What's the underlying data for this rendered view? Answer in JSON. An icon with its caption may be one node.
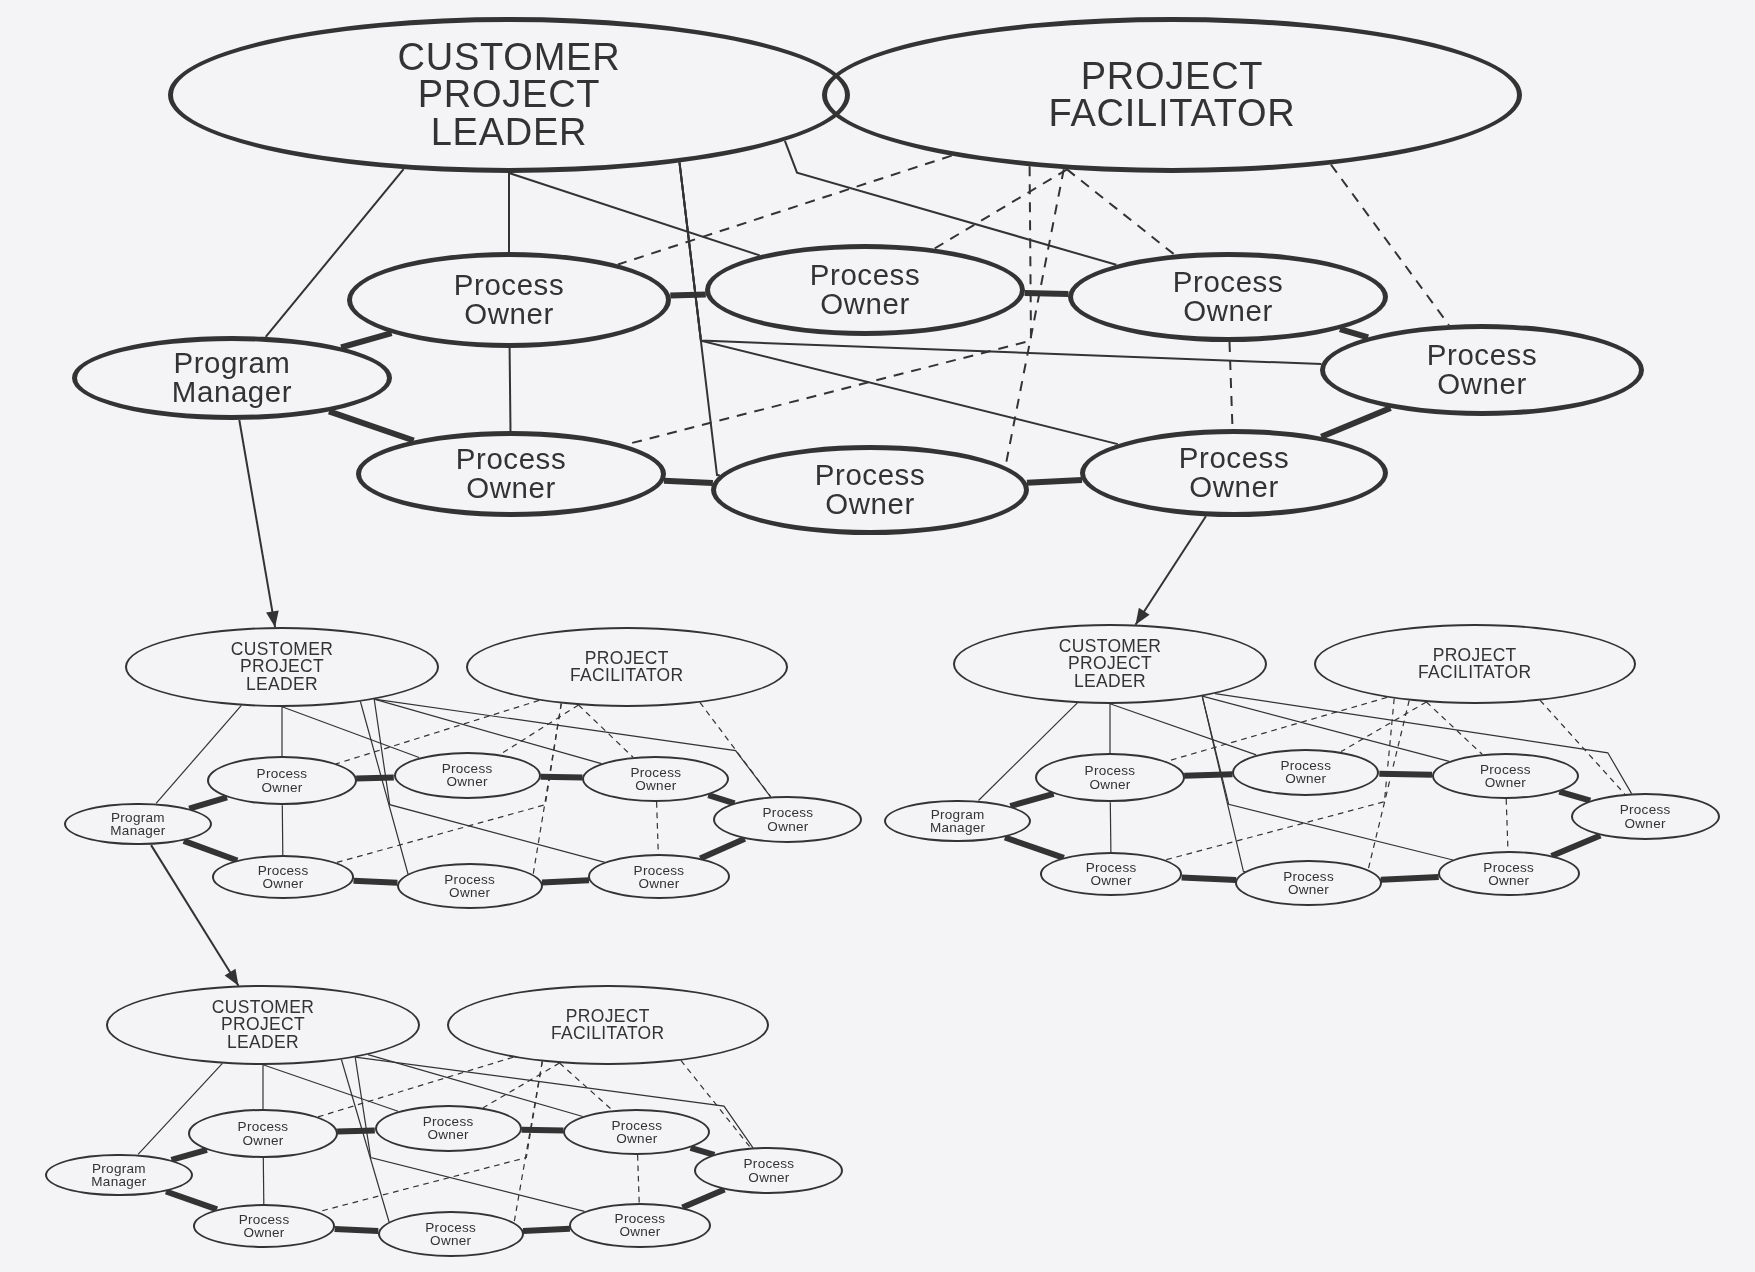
{
  "diagram": {
    "nodes": [
      {
        "text": [
          "CUSTOMER PROJECT LEADER"
        ]
      },
      {
        "text": [
          "PROJECT FACILITATOR"
        ]
      },
      {
        "text": [
          "Process Owner"
        ]
      },
      {
        "text": [
          "Process Owner"
        ]
      },
      {
        "text": [
          "Process Owner"
        ]
      },
      {
        "text": [
          "Process Owner"
        ]
      },
      {
        "text": [
          "Program Manager"
        ]
      },
      {
        "text": [
          "Process Owner"
        ]
      },
      {
        "text": [
          "Process Owner"
        ]
      },
      {
        "text": [
          "Process Owner"
        ]
      },
      {
        "text": [
          "CUSTOMER PROJECT LEADER"
        ]
      },
      {
        "text": [
          "PROJECT FACILITATOR"
        ]
      },
      {
        "text": [
          "Process Owner"
        ]
      },
      {
        "text": [
          "Process Owner"
        ]
      },
      {
        "text": [
          "Process Owner"
        ]
      },
      {
        "text": [
          "Process Owner"
        ]
      },
      {
        "text": [
          "Program Manager"
        ]
      },
      {
        "text": [
          "Process Owner"
        ]
      },
      {
        "text": [
          "Process Owner"
        ]
      },
      {
        "text": [
          "Process Owner"
        ]
      },
      {
        "text": [
          "CUSTOMER PROJECT LEADER"
        ]
      },
      {
        "text": [
          "PROJECT FACILITATOR"
        ]
      },
      {
        "text": [
          "Process Owner"
        ]
      },
      {
        "text": [
          "Process Owner"
        ]
      },
      {
        "text": [
          "Process Owner"
        ]
      },
      {
        "text": [
          "Process Owner"
        ]
      },
      {
        "text": [
          "Program Manager"
        ]
      },
      {
        "text": [
          "Process Owner"
        ]
      },
      {
        "text": [
          "Process Owner"
        ]
      },
      {
        "text": [
          "Process Owner"
        ]
      },
      {
        "text": [
          "CUSTOMER PROJECT LEADER"
        ]
      },
      {
        "text": [
          "PROJECT FACILITATOR"
        ]
      },
      {
        "text": [
          "Process Owner"
        ]
      },
      {
        "text": [
          "Process Owner"
        ]
      },
      {
        "text": [
          "Process Owner"
        ]
      },
      {
        "text": [
          "Process Owner"
        ]
      },
      {
        "text": [
          "Program Manager"
        ]
      },
      {
        "text": [
          "Process Owner"
        ]
      },
      {
        "text": [
          "Process Owner"
        ]
      },
      {
        "text": [
          "Process Owner"
        ]
      }
    ],
    "edges": [
      {
        "from": 0,
        "to": 6,
        "arrow": "none"
      },
      {
        "from": 0,
        "to": 2,
        "arrow": "none"
      },
      {
        "from": 0,
        "to": 3,
        "arrow": "none"
      },
      {
        "from": 0,
        "to": 4,
        "arrow": "none"
      },
      {
        "from": 0,
        "to": 5,
        "arrow": "none"
      },
      {
        "from": 0,
        "to": 8,
        "arrow": "none"
      },
      {
        "from": 0,
        "to": 9,
        "arrow": "none"
      },
      {
        "from": 1,
        "to": 2,
        "arrow": "none",
        "style": "dashed"
      },
      {
        "from": 1,
        "to": 3,
        "arrow": "none",
        "style": "dashed"
      },
      {
        "from": 1,
        "to": 4,
        "arrow": "none",
        "style": "dashed"
      },
      {
        "from": 1,
        "to": 5,
        "arrow": "none",
        "style": "dashed"
      },
      {
        "from": 1,
        "to": 7,
        "arrow": "none",
        "style": "dashed"
      },
      {
        "from": 1,
        "to": 8,
        "arrow": "none",
        "style": "dashed"
      },
      {
        "from": 4,
        "to": 9,
        "arrow": "none",
        "style": "dashed"
      },
      {
        "from": 6,
        "to": 2,
        "arrow": "none",
        "style": "thick"
      },
      {
        "from": 2,
        "to": 3,
        "arrow": "none",
        "style": "thick"
      },
      {
        "from": 3,
        "to": 4,
        "arrow": "none",
        "style": "thick"
      },
      {
        "from": 4,
        "to": 5,
        "arrow": "none",
        "style": "thick"
      },
      {
        "from": 5,
        "to": 9,
        "arrow": "none",
        "style": "thick"
      },
      {
        "from": 9,
        "to": 8,
        "arrow": "none",
        "style": "thick"
      },
      {
        "from": 8,
        "to": 7,
        "arrow": "none",
        "style": "thick"
      },
      {
        "from": 7,
        "to": 6,
        "arrow": "none",
        "style": "thick"
      },
      {
        "from": 2,
        "to": 7,
        "arrow": "none"
      },
      {
        "from": 10,
        "to": 16,
        "arrow": "none"
      },
      {
        "from": 10,
        "to": 12,
        "arrow": "none"
      },
      {
        "from": 10,
        "to": 13,
        "arrow": "none"
      },
      {
        "from": 10,
        "to": 14,
        "arrow": "none"
      },
      {
        "from": 10,
        "to": 15,
        "arrow": "none"
      },
      {
        "from": 10,
        "to": 18,
        "arrow": "none"
      },
      {
        "from": 10,
        "to": 19,
        "arrow": "none"
      },
      {
        "from": 11,
        "to": 12,
        "arrow": "none",
        "style": "dashed"
      },
      {
        "from": 11,
        "to": 13,
        "arrow": "none",
        "style": "dashed"
      },
      {
        "from": 11,
        "to": 14,
        "arrow": "none",
        "style": "dashed"
      },
      {
        "from": 11,
        "to": 15,
        "arrow": "none",
        "style": "dashed"
      },
      {
        "from": 11,
        "to": 17,
        "arrow": "none",
        "style": "dashed"
      },
      {
        "from": 11,
        "to": 18,
        "arrow": "none",
        "style": "dashed"
      },
      {
        "from": 14,
        "to": 19,
        "arrow": "none",
        "style": "dashed"
      },
      {
        "from": 16,
        "to": 12,
        "arrow": "none",
        "style": "thick"
      },
      {
        "from": 12,
        "to": 13,
        "arrow": "none",
        "style": "thick"
      },
      {
        "from": 13,
        "to": 14,
        "arrow": "none",
        "style": "thick"
      },
      {
        "from": 14,
        "to": 15,
        "arrow": "none",
        "style": "thick"
      },
      {
        "from": 15,
        "to": 19,
        "arrow": "none",
        "style": "thick"
      },
      {
        "from": 19,
        "to": 18,
        "arrow": "none",
        "style": "thick"
      },
      {
        "from": 18,
        "to": 17,
        "arrow": "none",
        "style": "thick"
      },
      {
        "from": 17,
        "to": 16,
        "arrow": "none",
        "style": "thick"
      },
      {
        "from": 12,
        "to": 17,
        "arrow": "none"
      },
      {
        "from": 20,
        "to": 26,
        "arrow": "none"
      },
      {
        "from": 20,
        "to": 22,
        "arrow": "none"
      },
      {
        "from": 20,
        "to": 23,
        "arrow": "none"
      },
      {
        "from": 20,
        "to": 24,
        "arrow": "none"
      },
      {
        "from": 20,
        "to": 25,
        "arrow": "none"
      },
      {
        "from": 20,
        "to": 28,
        "arrow": "none"
      },
      {
        "from": 20,
        "to": 29,
        "arrow": "none"
      },
      {
        "from": 21,
        "to": 22,
        "arrow": "none",
        "style": "dashed"
      },
      {
        "from": 21,
        "to": 23,
        "arrow": "none",
        "style": "dashed"
      },
      {
        "from": 21,
        "to": 24,
        "arrow": "none",
        "style": "dashed"
      },
      {
        "from": 21,
        "to": 25,
        "arrow": "none",
        "style": "dashed"
      },
      {
        "from": 21,
        "to": 27,
        "arrow": "none",
        "style": "dashed"
      },
      {
        "from": 21,
        "to": 28,
        "arrow": "none",
        "style": "dashed"
      },
      {
        "from": 24,
        "to": 29,
        "arrow": "none",
        "style": "dashed"
      },
      {
        "from": 26,
        "to": 22,
        "arrow": "none",
        "style": "thick"
      },
      {
        "from": 22,
        "to": 23,
        "arrow": "none",
        "style": "thick"
      },
      {
        "from": 23,
        "to": 24,
        "arrow": "none",
        "style": "thick"
      },
      {
        "from": 24,
        "to": 25,
        "arrow": "none",
        "style": "thick"
      },
      {
        "from": 25,
        "to": 29,
        "arrow": "none",
        "style": "thick"
      },
      {
        "from": 29,
        "to": 28,
        "arrow": "none",
        "style": "thick"
      },
      {
        "from": 28,
        "to": 27,
        "arrow": "none",
        "style": "thick"
      },
      {
        "from": 27,
        "to": 26,
        "arrow": "none",
        "style": "thick"
      },
      {
        "from": 22,
        "to": 27,
        "arrow": "none"
      },
      {
        "from": 30,
        "to": 36,
        "arrow": "none"
      },
      {
        "from": 30,
        "to": 32,
        "arrow": "none"
      },
      {
        "from": 30,
        "to": 33,
        "arrow": "none"
      },
      {
        "from": 30,
        "to": 34,
        "arrow": "none"
      },
      {
        "from": 30,
        "to": 35,
        "arrow": "none"
      },
      {
        "from": 30,
        "to": 38,
        "arrow": "none"
      },
      {
        "from": 30,
        "to": 39,
        "arrow": "none"
      },
      {
        "from": 31,
        "to": 32,
        "arrow": "none",
        "style": "dashed"
      },
      {
        "from": 31,
        "to": 33,
        "arrow": "none",
        "style": "dashed"
      },
      {
        "from": 31,
        "to": 34,
        "arrow": "none",
        "style": "dashed"
      },
      {
        "from": 31,
        "to": 35,
        "arrow": "none",
        "style": "dashed"
      },
      {
        "from": 31,
        "to": 37,
        "arrow": "none",
        "style": "dashed"
      },
      {
        "from": 31,
        "to": 38,
        "arrow": "none",
        "style": "dashed"
      },
      {
        "from": 34,
        "to": 39,
        "arrow": "none",
        "style": "dashed"
      },
      {
        "from": 36,
        "to": 32,
        "arrow": "none",
        "style": "thick"
      },
      {
        "from": 32,
        "to": 33,
        "arrow": "none",
        "style": "thick"
      },
      {
        "from": 33,
        "to": 34,
        "arrow": "none",
        "style": "thick"
      },
      {
        "from": 34,
        "to": 35,
        "arrow": "none",
        "style": "thick"
      },
      {
        "from": 35,
        "to": 39,
        "arrow": "none",
        "style": "thick"
      },
      {
        "from": 39,
        "to": 38,
        "arrow": "none",
        "style": "thick"
      },
      {
        "from": 38,
        "to": 37,
        "arrow": "none",
        "style": "thick"
      },
      {
        "from": 37,
        "to": 36,
        "arrow": "none",
        "style": "thick"
      },
      {
        "from": 32,
        "to": 37,
        "arrow": "none"
      },
      {
        "from": 6,
        "to": 10,
        "arrow": "to"
      },
      {
        "from": 9,
        "to": 20,
        "arrow": "to"
      },
      {
        "from": 16,
        "to": 30,
        "arrow": "to"
      }
    ]
  }
}
